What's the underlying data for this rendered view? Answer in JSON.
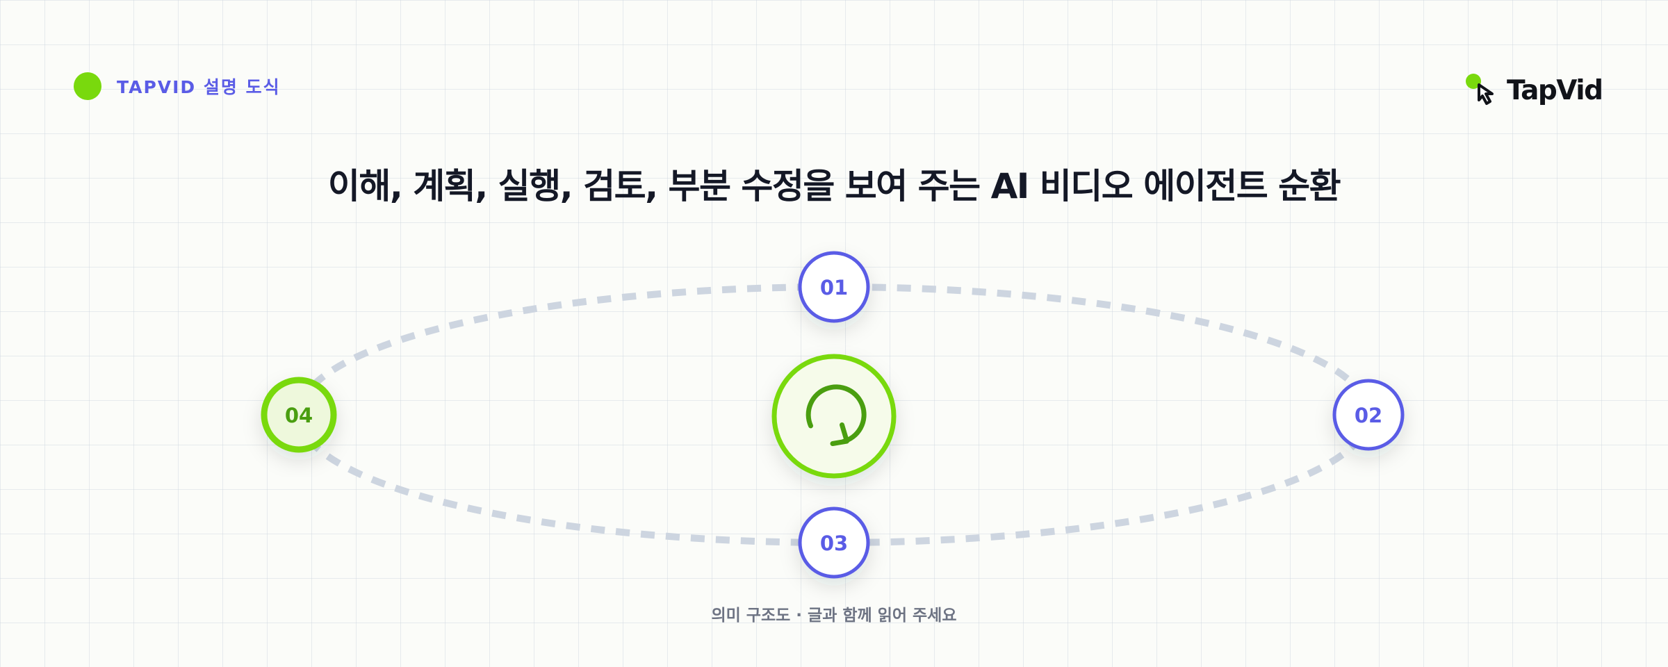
{
  "header": {
    "badge_label": "TAPVID 설명 도식",
    "logo_text": "TapVid"
  },
  "title": "이해, 계획, 실행, 검토, 부분 수정을 보여 주는 AI 비디오 에이전트 순환",
  "cycle": {
    "center_icon": "refresh-cycle-icon",
    "nodes": [
      {
        "label": "01",
        "state": "default"
      },
      {
        "label": "02",
        "state": "default"
      },
      {
        "label": "03",
        "state": "default"
      },
      {
        "label": "04",
        "state": "highlighted"
      }
    ]
  },
  "caption": "의미 구조도 · 글과 함께 읽어 주세요",
  "colors": {
    "accent_green": "#79d90d",
    "dark_green": "#4a9e10",
    "accent_blue": "#5a5ce6",
    "track_gray": "#cdd5e0",
    "title": "#141826"
  }
}
